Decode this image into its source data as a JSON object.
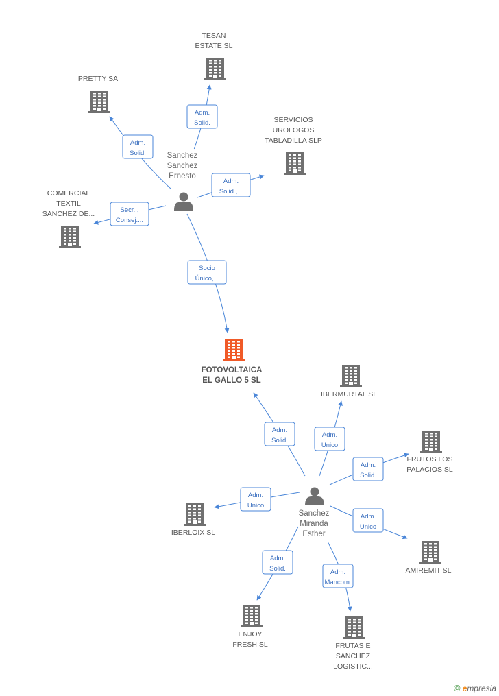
{
  "colors": {
    "edge": "#4a86d8",
    "company": "#707070",
    "focus_company": "#f05a28",
    "person": "#707070"
  },
  "center": {
    "name_lines": [
      "FOTOVOLTAICA",
      "EL GALLO 5 SL"
    ],
    "icon": "building-icon"
  },
  "persons": [
    {
      "id": "ernesto",
      "name_lines": [
        "Sanchez",
        "Sanchez",
        "Ernesto"
      ],
      "icon": "person-icon"
    },
    {
      "id": "esther",
      "name_lines": [
        "Sanchez",
        "Miranda",
        "Esther"
      ],
      "icon": "person-icon"
    }
  ],
  "companies": [
    {
      "id": "tesan",
      "name_lines": [
        "TESAN",
        "ESTATE SL"
      ]
    },
    {
      "id": "pretty",
      "name_lines": [
        "PRETTY SA"
      ]
    },
    {
      "id": "servicios",
      "name_lines": [
        "SERVICIOS",
        "UROLOGOS",
        "TABLADILLA SLP"
      ]
    },
    {
      "id": "comercial",
      "name_lines": [
        "COMERCIAL",
        "TEXTIL",
        "SANCHEZ DE..."
      ]
    },
    {
      "id": "ibermurtal",
      "name_lines": [
        "IBERMURTAL SL"
      ]
    },
    {
      "id": "frutos",
      "name_lines": [
        "FRUTOS LOS",
        "PALACIOS SL"
      ]
    },
    {
      "id": "iberloix",
      "name_lines": [
        "IBERLOIX SL"
      ]
    },
    {
      "id": "amiremit",
      "name_lines": [
        "AMIREMIT SL"
      ]
    },
    {
      "id": "enjoy",
      "name_lines": [
        "ENJOY",
        "FRESH SL"
      ]
    },
    {
      "id": "frutas",
      "name_lines": [
        "FRUTAS E",
        "SANCHEZ",
        "LOGISTIC..."
      ]
    }
  ],
  "relations": [
    {
      "from": "ernesto",
      "to": "tesan",
      "label_lines": [
        "Adm.",
        "Solid."
      ]
    },
    {
      "from": "ernesto",
      "to": "pretty",
      "label_lines": [
        "Adm.",
        "Solid."
      ]
    },
    {
      "from": "ernesto",
      "to": "servicios",
      "label_lines": [
        "Adm.",
        "Solid.,..."
      ]
    },
    {
      "from": "ernesto",
      "to": "comercial",
      "label_lines": [
        "Secr. ,",
        "Consej...."
      ]
    },
    {
      "from": "ernesto",
      "to": "center",
      "label_lines": [
        "Socio",
        "Único,..."
      ]
    },
    {
      "from": "esther",
      "to": "center",
      "label_lines": [
        "Adm.",
        "Solid."
      ]
    },
    {
      "from": "esther",
      "to": "ibermurtal",
      "label_lines": [
        "Adm.",
        "Unico"
      ]
    },
    {
      "from": "esther",
      "to": "frutos",
      "label_lines": [
        "Adm.",
        "Solid."
      ]
    },
    {
      "from": "esther",
      "to": "iberloix",
      "label_lines": [
        "Adm.",
        "Unico"
      ]
    },
    {
      "from": "esther",
      "to": "amiremit",
      "label_lines": [
        "Adm.",
        "Unico"
      ]
    },
    {
      "from": "esther",
      "to": "enjoy",
      "label_lines": [
        "Adm.",
        "Solid."
      ]
    },
    {
      "from": "esther",
      "to": "frutas",
      "label_lines": [
        "Adm.",
        "Mancom."
      ]
    }
  ],
  "brand": {
    "copyright": "©",
    "initial": "e",
    "rest": "mpresia"
  }
}
